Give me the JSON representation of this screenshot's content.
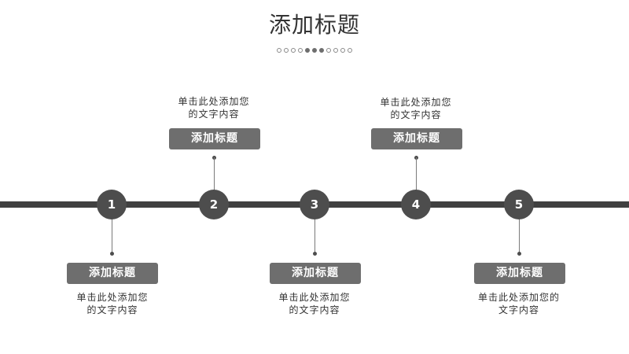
{
  "title": "添加标题",
  "steps": [
    {
      "number": "1",
      "heading": "添加标题",
      "text_line1": "单击此处添加您",
      "text_line2": "的文字内容"
    },
    {
      "number": "2",
      "heading": "添加标题",
      "text_line1": "单击此处添加您",
      "text_line2": "的文字内容"
    },
    {
      "number": "3",
      "heading": "添加标题",
      "text_line1": "单击此处添加您",
      "text_line2": "的文字内容"
    },
    {
      "number": "4",
      "heading": "添加标题",
      "text_line1": "单击此处添加您",
      "text_line2": "的文字内容"
    },
    {
      "number": "5",
      "heading": "添加标题",
      "text_line1": "单击此处添加您的",
      "text_line2": "文字内容"
    }
  ]
}
